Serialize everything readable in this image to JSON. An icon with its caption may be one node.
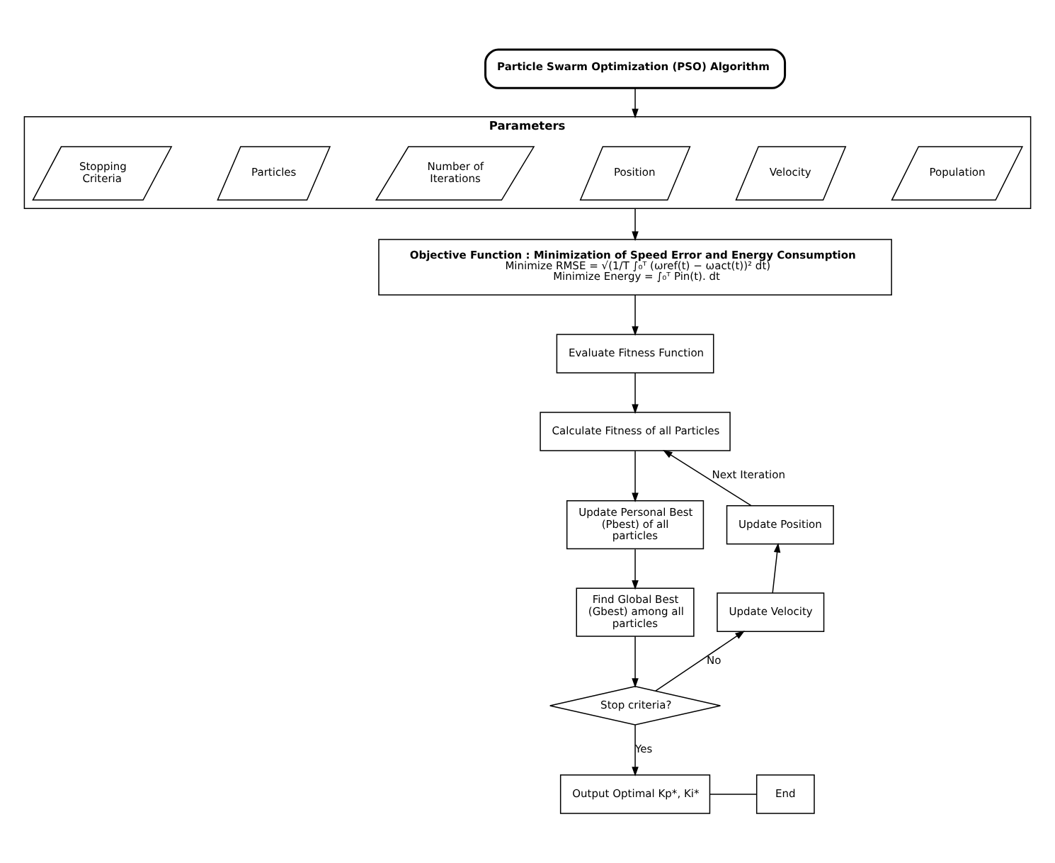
{
  "diagram": {
    "nodes": [
      {
        "text": [
          "Particle Swarm Optimization (PSO) Algorithm"
        ]
      },
      {
        "text": [
          "Parameters"
        ]
      },
      {
        "text": [
          "Stopping Criteria"
        ],
        "in": 1
      },
      {
        "text": [
          "Particles"
        ],
        "in": 1
      },
      {
        "text": [
          "Number of Iterations"
        ],
        "in": 1
      },
      {
        "text": [
          "Position"
        ],
        "in": 1
      },
      {
        "text": [
          "Velocity"
        ],
        "in": 1
      },
      {
        "text": [
          "Population"
        ],
        "in": 1
      },
      {
        "text": [
          "Objective Function : Minimization of Speed Error and Energy Consumption",
          "Minimize RMSE = √(1/T ∫₀ᵀ (ωref(t) − ωact(t))² dt)",
          "Minimize Energy = ∫₀ᵀ Pin(t). dt"
        ]
      },
      {
        "text": [
          "Evaluate Fitness Function"
        ]
      },
      {
        "text": [
          "Calculate Fitness of all Particles"
        ]
      },
      {
        "text": [
          "Update Personal Best (Pbest) of all particles"
        ]
      },
      {
        "text": [
          "Find Global Best (Gbest) among all particles"
        ]
      },
      {
        "text": [
          "Stop criteria?"
        ]
      },
      {
        "text": [
          "Output Optimal Kp*, Ki*"
        ]
      },
      {
        "text": [
          "End"
        ]
      },
      {
        "text": [
          "Update Velocity"
        ]
      },
      {
        "text": [
          "Update Position"
        ]
      }
    ],
    "edges": [
      {
        "from": 0,
        "to": 1,
        "arrow": "to"
      },
      {
        "from": 1,
        "to": 8,
        "arrow": "to"
      },
      {
        "from": 8,
        "to": 9,
        "arrow": "to"
      },
      {
        "from": 9,
        "to": 10,
        "arrow": "to"
      },
      {
        "from": 10,
        "to": 11,
        "arrow": "to"
      },
      {
        "from": 11,
        "to": 12,
        "arrow": "to"
      },
      {
        "from": 12,
        "to": 13,
        "arrow": "to"
      },
      {
        "from": 13,
        "to": 14,
        "arrow": "to",
        "label": "Yes"
      },
      {
        "from": 14,
        "to": 15,
        "arrow": "none"
      },
      {
        "from": 13,
        "to": 16,
        "arrow": "to",
        "label": "No"
      },
      {
        "from": 16,
        "to": 17,
        "arrow": "to"
      },
      {
        "from": 17,
        "to": 10,
        "arrow": "to",
        "label": "Next Iteration"
      }
    ]
  }
}
